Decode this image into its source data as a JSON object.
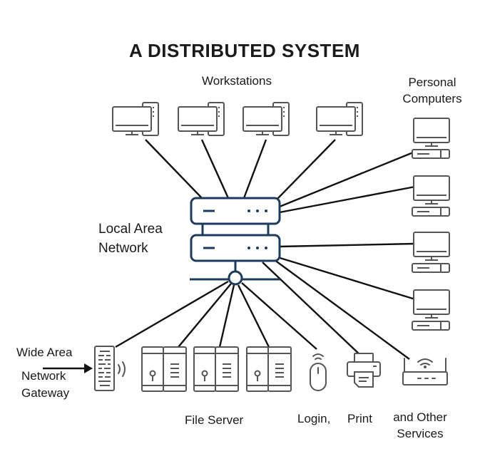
{
  "title": "A DISTRIBUTED SYSTEM",
  "labels": {
    "workstations": "Workstations",
    "personal_computers_line1": "Personal",
    "personal_computers_line2": "Computers",
    "lan_line1": "Local Area",
    "lan_line2": "Network",
    "wan_line1": "Wide Area",
    "wan_line2": "Network",
    "wan_line3": "Gateway",
    "file_server": "File Server",
    "login": "Login,",
    "print": "Print",
    "other_line1": "and Other",
    "other_line2": "Services"
  },
  "colors": {
    "navy": "#1f3b5c",
    "gray": "#555555",
    "line": "#111111"
  },
  "icons": {
    "workstation": "desktop-tower-icon",
    "personal_computer": "desktop-pc-icon",
    "hub": "network-switch-icon",
    "gateway": "wan-gateway-icon",
    "server": "server-rack-icon",
    "login": "mouse-icon",
    "print": "printer-icon",
    "services": "wifi-router-icon"
  }
}
